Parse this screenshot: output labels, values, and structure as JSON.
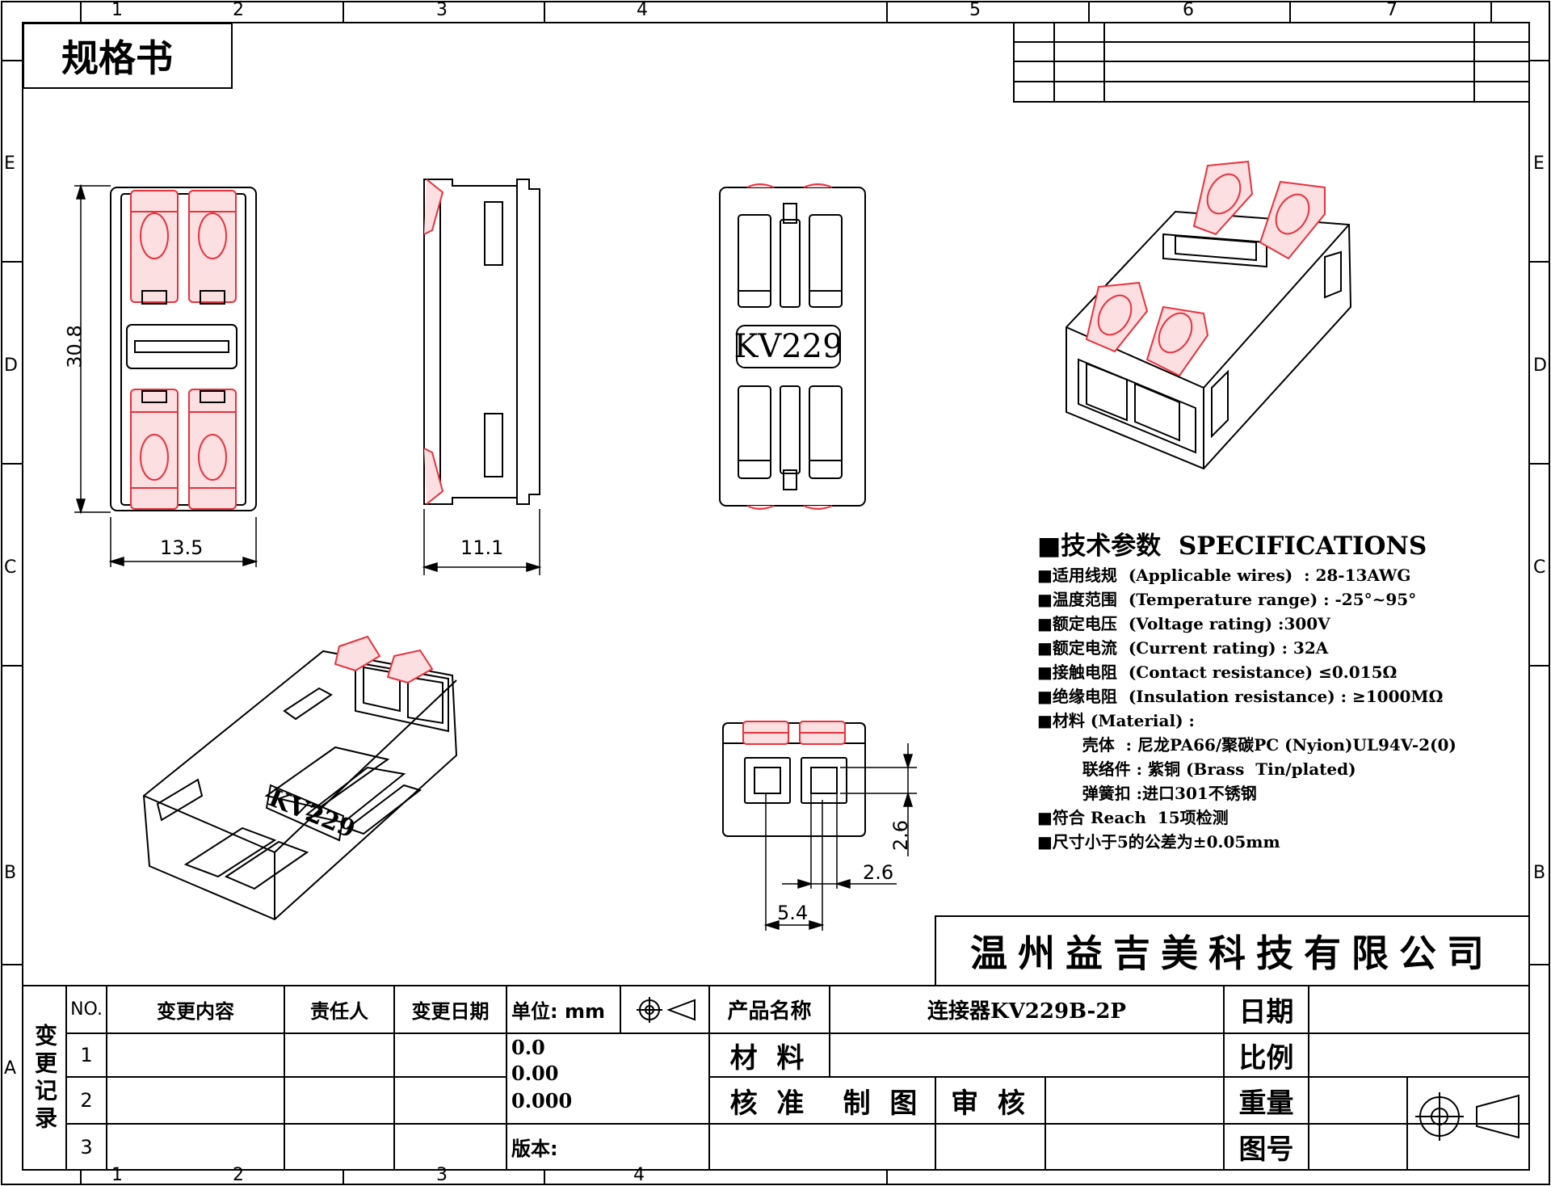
{
  "header": {
    "title": "规格书"
  },
  "grid": {
    "cols_top": [
      "1",
      "2",
      "3",
      "4",
      "5",
      "6",
      "7"
    ],
    "cols_bottom": [
      "1",
      "2",
      "3",
      "4"
    ],
    "rows": [
      "E",
      "D",
      "C",
      "B",
      "A"
    ]
  },
  "drawing": {
    "part_label": "KV229",
    "dims": {
      "height": "30.8",
      "width": "13.5",
      "depth": "11.1",
      "hole_height": "2.6",
      "hole_width": "2.6",
      "pitch": "5.4"
    },
    "colors": {
      "outline": "#000000",
      "lever": "#e8323c",
      "lever_fill": "#fbdfe1"
    }
  },
  "specs": {
    "title": "■技术参数  SPECIFICATIONS",
    "lines": [
      "■适用线规  (Applicable wires)  : 28-13AWG",
      "■温度范围  (Temperature range) : -25°~95°",
      "■额定电压  (Voltage rating) :300V",
      "■额定电流  (Current rating) : 32A",
      "■接触电阻  (Contact resistance) ≤0.015Ω",
      "■绝缘电阻  (Insulation resistance) : ≥1000MΩ",
      "■材料 (Material) :",
      "        壳体  : 尼龙PA66/聚碳PC (Nyion)UL94V-2(0)",
      "        联络件 : 紫铜 (Brass  Tin/plated)",
      "        弹簧扣 :进口301不锈钢",
      "■符合 Reach  15项检测",
      "■尺寸小于5的公差为±0.05mm"
    ]
  },
  "company": "温州益吉美科技有限公司",
  "title_block": {
    "change_record": "变更记录",
    "no_label": "NO.",
    "content_label": "变更内容",
    "person_label": "责任人",
    "date_change_label": "变更日期",
    "unit_label": "单位: mm",
    "rows": [
      "1",
      "2",
      "3"
    ],
    "tolerances": [
      "0.0",
      "0.00",
      "0.000"
    ],
    "version_label": "版本:",
    "product_name_label": "产品名称",
    "product_name": "连接器KV229B-2P",
    "material_label": "材 料",
    "approve_label": "核 准",
    "draw_label": "制 图",
    "review_label": "审 核",
    "date_label": "日期",
    "scale_label": "比例",
    "weight_label": "重量",
    "drawing_no_label": "图号"
  }
}
